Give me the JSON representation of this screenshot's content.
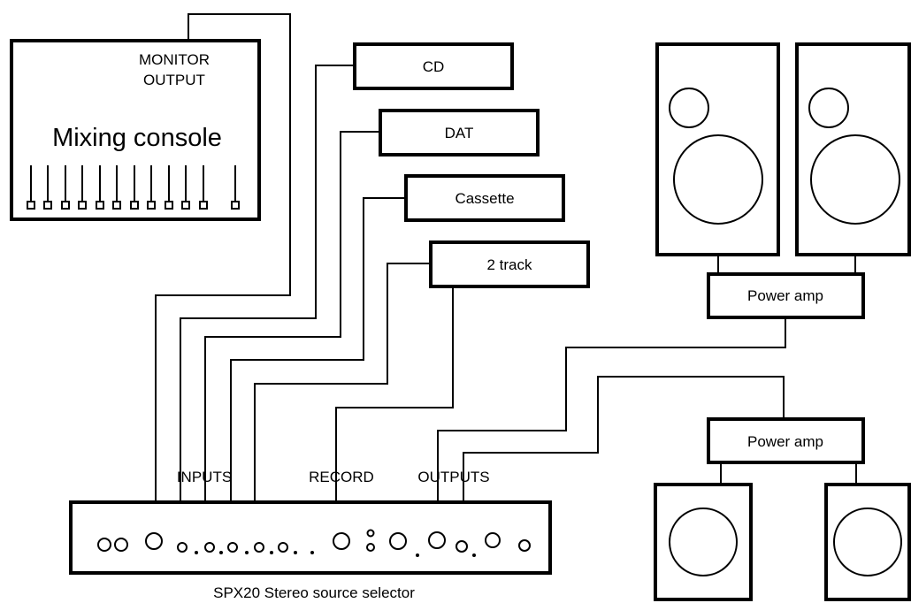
{
  "mixer": {
    "monitor_output_line1": "MONITOR",
    "monitor_output_line2": "OUTPUT",
    "title": "Mixing console"
  },
  "sources": {
    "cd": "CD",
    "dat": "DAT",
    "cassette": "Cassette",
    "two_track": "2 track"
  },
  "amps": {
    "upper": "Power amp",
    "lower": "Power amp"
  },
  "selector": {
    "inputs_label": "INPUTS",
    "record_label": "RECORD",
    "outputs_label": "OUTPUTS",
    "caption": "SPX20 Stereo source selector"
  }
}
